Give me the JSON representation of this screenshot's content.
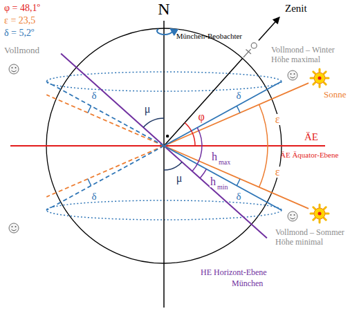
{
  "diagram": {
    "labels": [
      "φ = 48,1º",
      "ε = 23,5",
      "δ = 5,2º",
      "N",
      "Zenit",
      "München-Beobachter",
      "Vollmond",
      "Vollmond – Winter",
      "Höhe maximal",
      "Sonne",
      "ÄE",
      "ÄE Äquator-Ebene",
      "δ",
      "μ",
      "φ",
      "δ",
      "ε",
      "ε",
      "μ",
      "δ",
      "h",
      "max",
      "δ",
      "h",
      "min",
      "Vollmond – Sommer",
      "Höhe minimal",
      "HE Horizont-Ebene",
      "München"
    ]
  }
}
